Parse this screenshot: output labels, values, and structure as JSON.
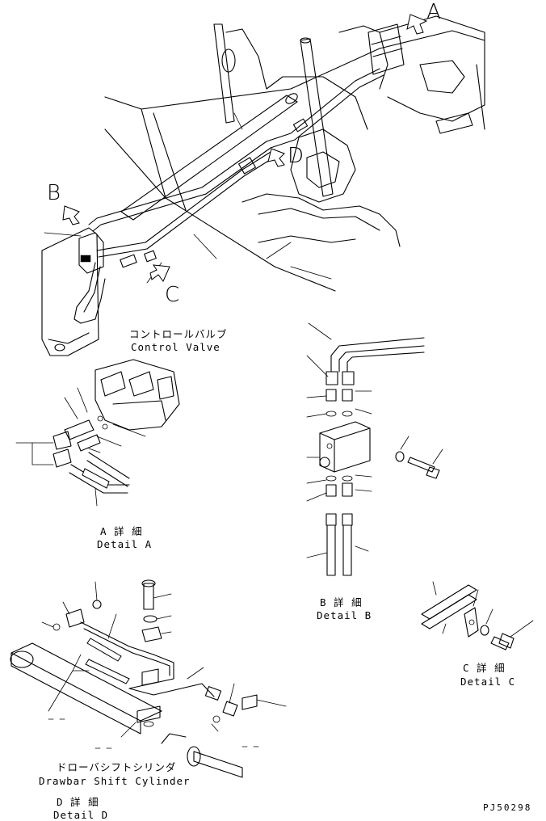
{
  "view_letters": {
    "a": "A",
    "b": "B",
    "c": "C",
    "d": "D"
  },
  "control_valve": {
    "jp": "コントロールバルブ",
    "en": "Control Valve"
  },
  "detail_a": {
    "jp": "A 詳 細",
    "en": "Detail A"
  },
  "detail_b": {
    "jp": "B 詳 細",
    "en": "Detail B"
  },
  "detail_c": {
    "jp": "C 詳 細",
    "en": "Detail C"
  },
  "drawbar_shift_cylinder": {
    "jp": "ドローバシフトシリンダ",
    "en": "Drawbar Shift Cylinder"
  },
  "detail_d": {
    "jp": "D 詳 細",
    "en": "Detail D"
  },
  "drawing_code": "PJ50298"
}
